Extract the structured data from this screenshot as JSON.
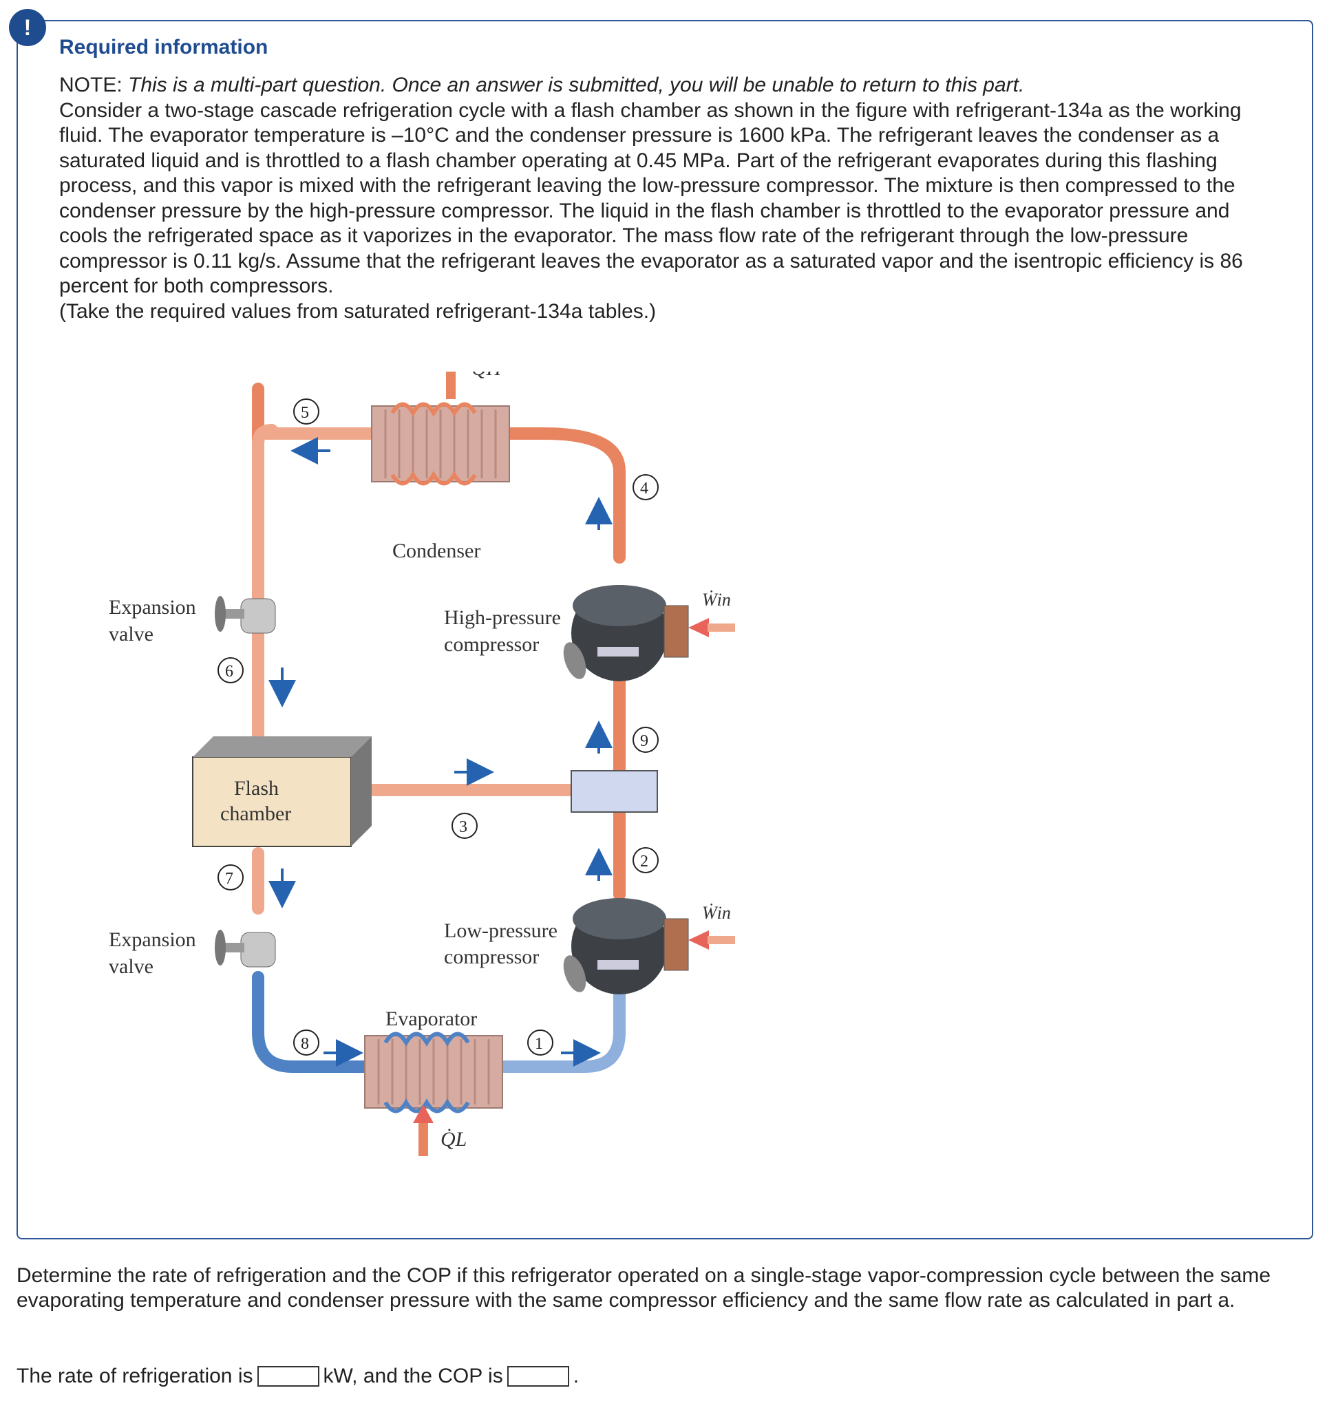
{
  "alert_icon": "!",
  "title": "Required information",
  "note_label": "NOTE:",
  "note_text": "This is a multi-part question. Once an answer is submitted, you will be unable to return to this part.",
  "problem_statement": "Consider a two-stage cascade refrigeration cycle with a flash chamber as shown in the figure with refrigerant-134a as the working fluid. The evaporator temperature is –10°C and the condenser pressure is 1600 kPa. The refrigerant leaves the condenser as a saturated liquid and is throttled to a flash chamber operating at 0.45 MPa. Part of the refrigerant evaporates during this flashing process, and this vapor is mixed with the refrigerant leaving the low-pressure compressor. The mixture is then compressed to the condenser pressure by the high-pressure compressor. The liquid in the flash chamber is throttled to the evaporator pressure and cools the refrigerated space as it vaporizes in the evaporator. The mass flow rate of the refrigerant through the low-pressure compressor is 0.11 kg/s. Assume that the refrigerant leaves the evaporator as a saturated vapor and the isentropic efficiency is 86 percent for both compressors.",
  "tables_note": "(Take the required values from saturated refrigerant-134a tables.)",
  "diagram": {
    "q_h": "Q̇H",
    "q_l": "Q̇L",
    "condenser": "Condenser",
    "evaporator": "Evaporator",
    "high_pressure_line1": "High-pressure",
    "high_pressure_line2": "compressor",
    "low_pressure_line1": "Low-pressure",
    "low_pressure_line2": "compressor",
    "expansion_line1": "Expansion",
    "expansion_line2": "valve",
    "flash_line1": "Flash",
    "flash_line2": "chamber",
    "w_in": "Ẇin",
    "states": [
      "1",
      "2",
      "3",
      "4",
      "5",
      "6",
      "7",
      "8",
      "9"
    ]
  },
  "question": "Determine the rate of refrigeration and the COP if this refrigerator operated on a single-stage vapor-compression cycle between the same evaporating temperature and condenser pressure with the same compressor efficiency and the same flow rate as calculated in part a.",
  "answer": {
    "prefix": "The rate of refrigeration is",
    "unit_mid": "kW, and the COP is",
    "suffix": ".",
    "refrigeration_value": "",
    "cop_value": ""
  }
}
